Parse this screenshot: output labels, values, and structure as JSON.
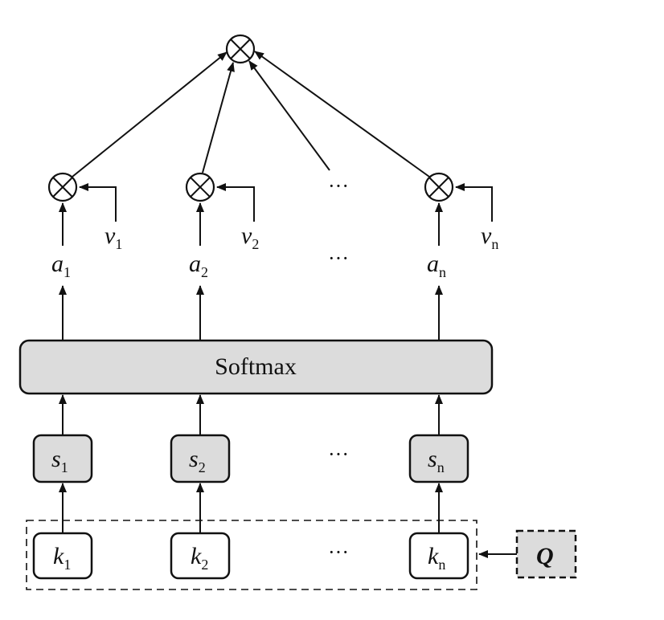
{
  "softmax_label": "Softmax",
  "query": {
    "label": "Q"
  },
  "ellipsis": "···",
  "columns": [
    {
      "key": "k",
      "key_sub": "1",
      "score": "s",
      "score_sub": "1",
      "weight": "a",
      "weight_sub": "1",
      "value": "v",
      "value_sub": "1"
    },
    {
      "key": "k",
      "key_sub": "2",
      "score": "s",
      "score_sub": "2",
      "weight": "a",
      "weight_sub": "2",
      "value": "v",
      "value_sub": "2"
    },
    {
      "key": "k",
      "key_sub": "n",
      "score": "s",
      "score_sub": "n",
      "weight": "a",
      "weight_sub": "n",
      "value": "v",
      "value_sub": "n"
    }
  ],
  "colors": {
    "stroke": "#111111",
    "box_fill_gray": "#dcdcdc",
    "box_fill_white": "#ffffff"
  },
  "icons": {
    "multiply": "circled-times-icon"
  }
}
